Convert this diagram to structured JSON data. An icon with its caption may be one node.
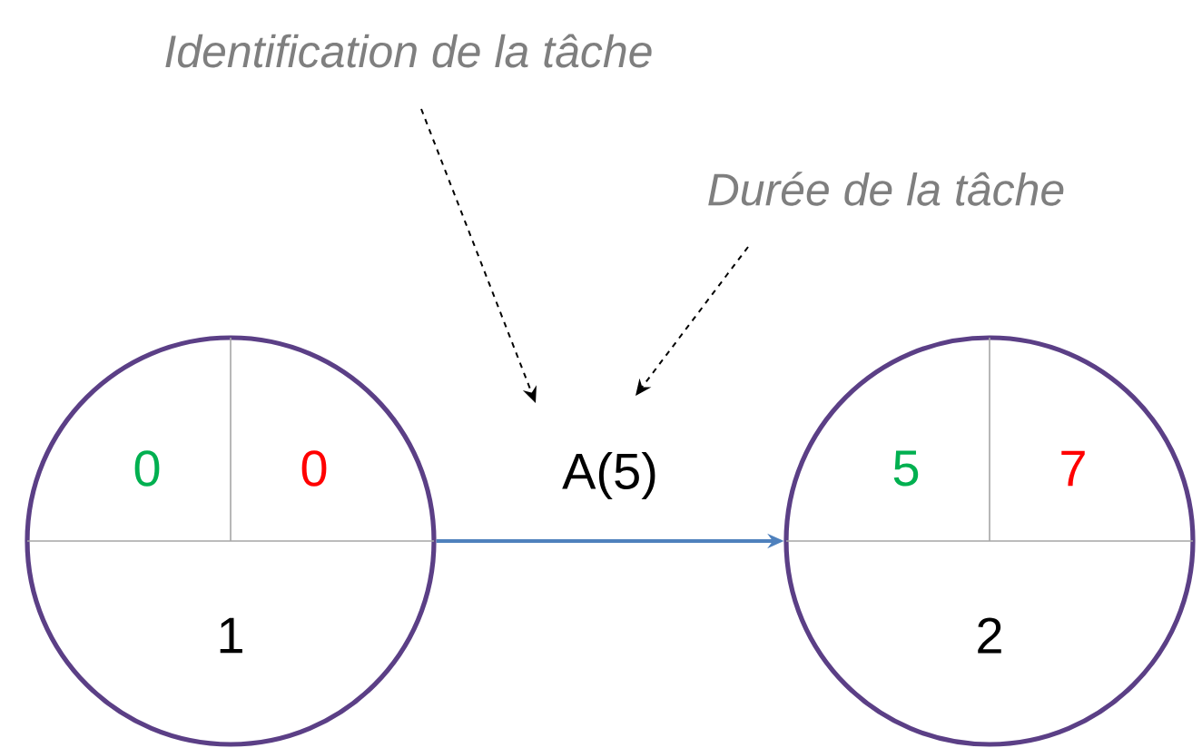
{
  "diagram": {
    "nodes": [
      {
        "text": [
          "0",
          "0",
          "1"
        ]
      },
      {
        "text": [
          "5",
          "7",
          "2"
        ]
      },
      {
        "text": [
          "Identification de la tâche"
        ]
      },
      {
        "text": [
          "Durée de la tâche"
        ]
      }
    ],
    "edges": [
      {
        "from": 0,
        "to": 1,
        "arrow": "to",
        "label": "A(5)",
        "color": "#4f81bd"
      },
      {
        "from": 2,
        "to": null,
        "arrow": "to",
        "style": "dashed"
      },
      {
        "from": 3,
        "to": null,
        "arrow": "to",
        "style": "dashed"
      }
    ]
  }
}
